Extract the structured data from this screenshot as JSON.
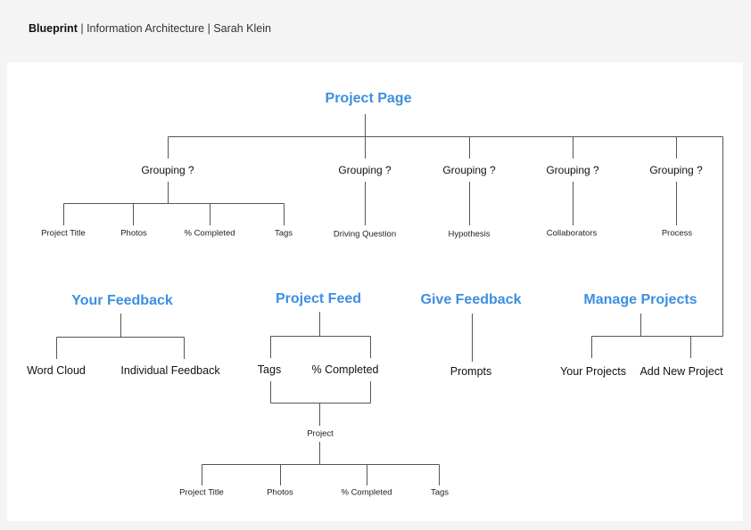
{
  "header": {
    "brand": "Blueprint",
    "separator": "|",
    "subtitle": "Information Architecture",
    "author": "Sarah Klein"
  },
  "diagram": {
    "root": "Project Page",
    "groups": [
      {
        "label": "Grouping ?",
        "children": [
          "Project Title",
          "Photos",
          "% Completed",
          "Tags"
        ]
      },
      {
        "label": "Grouping ?",
        "children": [
          "Driving Question"
        ]
      },
      {
        "label": "Grouping ?",
        "children": [
          "Hypothesis"
        ]
      },
      {
        "label": "Grouping ?",
        "children": [
          "Collaborators"
        ]
      },
      {
        "label": "Grouping ?",
        "children": [
          "Process"
        ]
      }
    ],
    "sections": {
      "your_feedback": {
        "label": "Your Feedback",
        "children": [
          "Word Cloud",
          "Individual Feedback"
        ]
      },
      "project_feed": {
        "label": "Project Feed",
        "children": [
          "Tags",
          "% Completed"
        ],
        "merge": "Project",
        "merge_children": [
          "Project Title",
          "Photos",
          "% Completed",
          "Tags"
        ]
      },
      "give_feedback": {
        "label": "Give Feedback",
        "children": [
          "Prompts"
        ]
      },
      "manage_projects": {
        "label": "Manage Projects",
        "children": [
          "Your Projects",
          "Add New Project"
        ]
      }
    }
  }
}
